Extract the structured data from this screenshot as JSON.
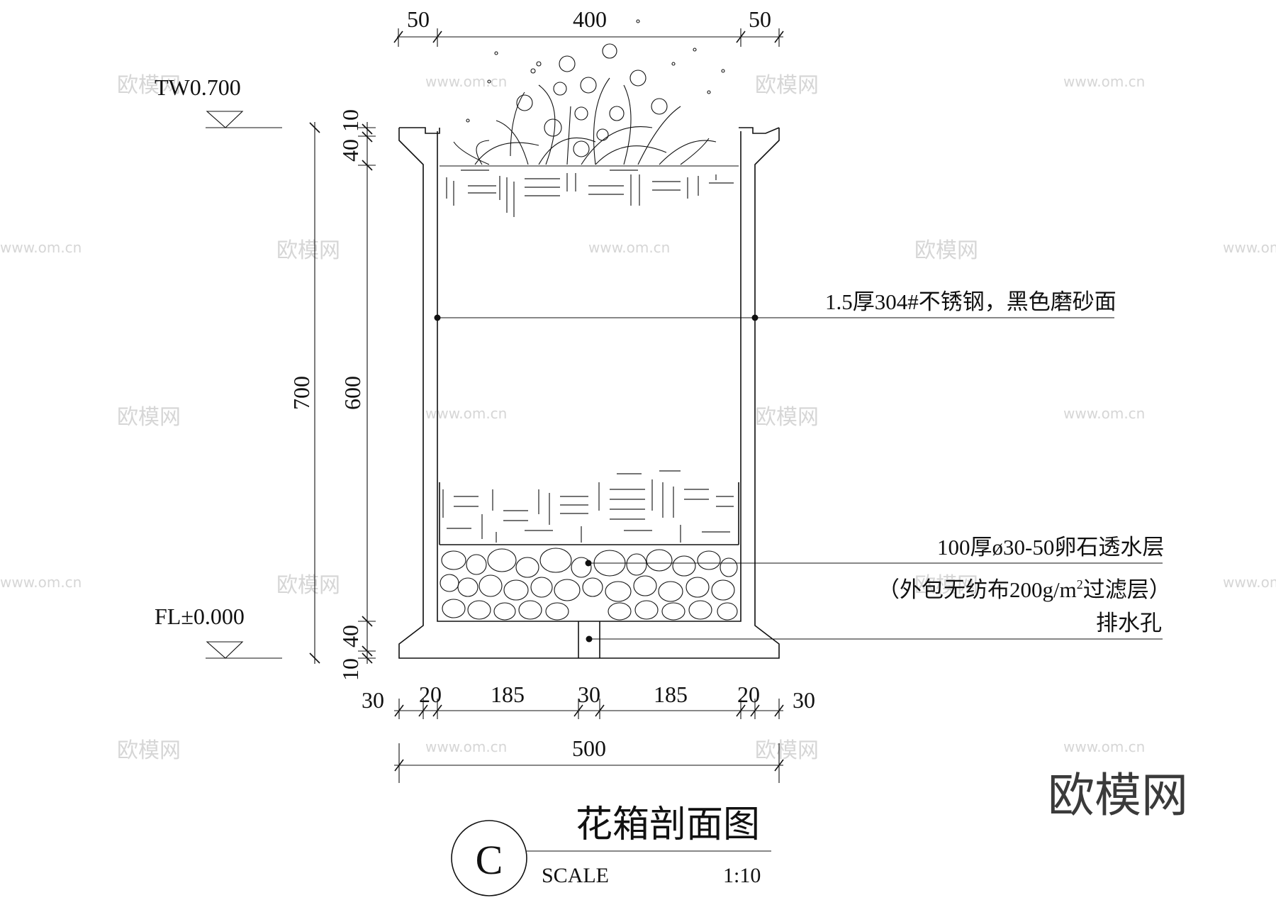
{
  "dimensions": {
    "top": [
      "50",
      "400",
      "50"
    ],
    "left_total": "700",
    "left_inner": "600",
    "left_top_small": [
      "40",
      "10"
    ],
    "left_bottom_small": [
      "40",
      "10"
    ],
    "bottom_detail": [
      "30",
      "20",
      "185",
      "30",
      "185",
      "20",
      "30"
    ],
    "bottom_total": "500"
  },
  "levels": {
    "top": "TW0.700",
    "floor": "FL±0.000"
  },
  "notes": {
    "steel": "1.5厚304#不锈钢，黑色磨砂面",
    "gravel": "100厚ø30-50卵石透水层",
    "filter_prefix": "（外包无纺布200g/m",
    "filter_sup": "2",
    "filter_suffix": "过滤层）",
    "drain": "排水孔"
  },
  "title": {
    "name": "花箱剖面图",
    "label": "C",
    "scale_label": "SCALE",
    "scale_value": "1:10"
  },
  "watermark": {
    "brand": "欧模网",
    "url": "www.om.cn"
  }
}
